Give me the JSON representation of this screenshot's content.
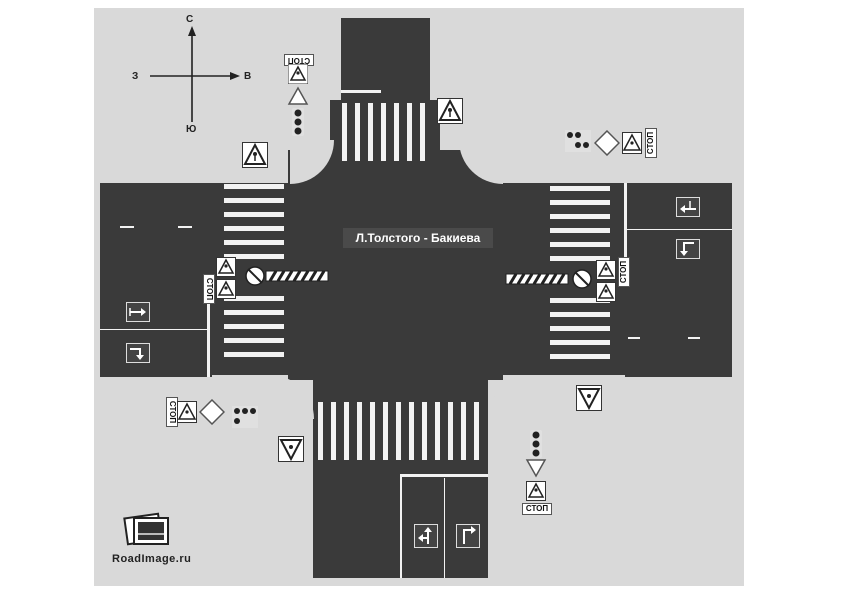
{
  "intersection": {
    "label": "Л.Толстого - Бакиева"
  },
  "compass": {
    "north": "С",
    "south": "Ю",
    "west": "З",
    "east": "В"
  },
  "stop_text": "СТОП",
  "watermark": "RoadImage.ru",
  "colors": {
    "asphalt": "#3a3a3a",
    "marking": "#f2f2f2",
    "background": "#d9d9d9"
  },
  "icons": [
    "pedestrian-crossing-sign",
    "stop-sign",
    "priority-road-sign",
    "yield-sign",
    "traffic-light",
    "barrier",
    "lane-direction-sign"
  ]
}
